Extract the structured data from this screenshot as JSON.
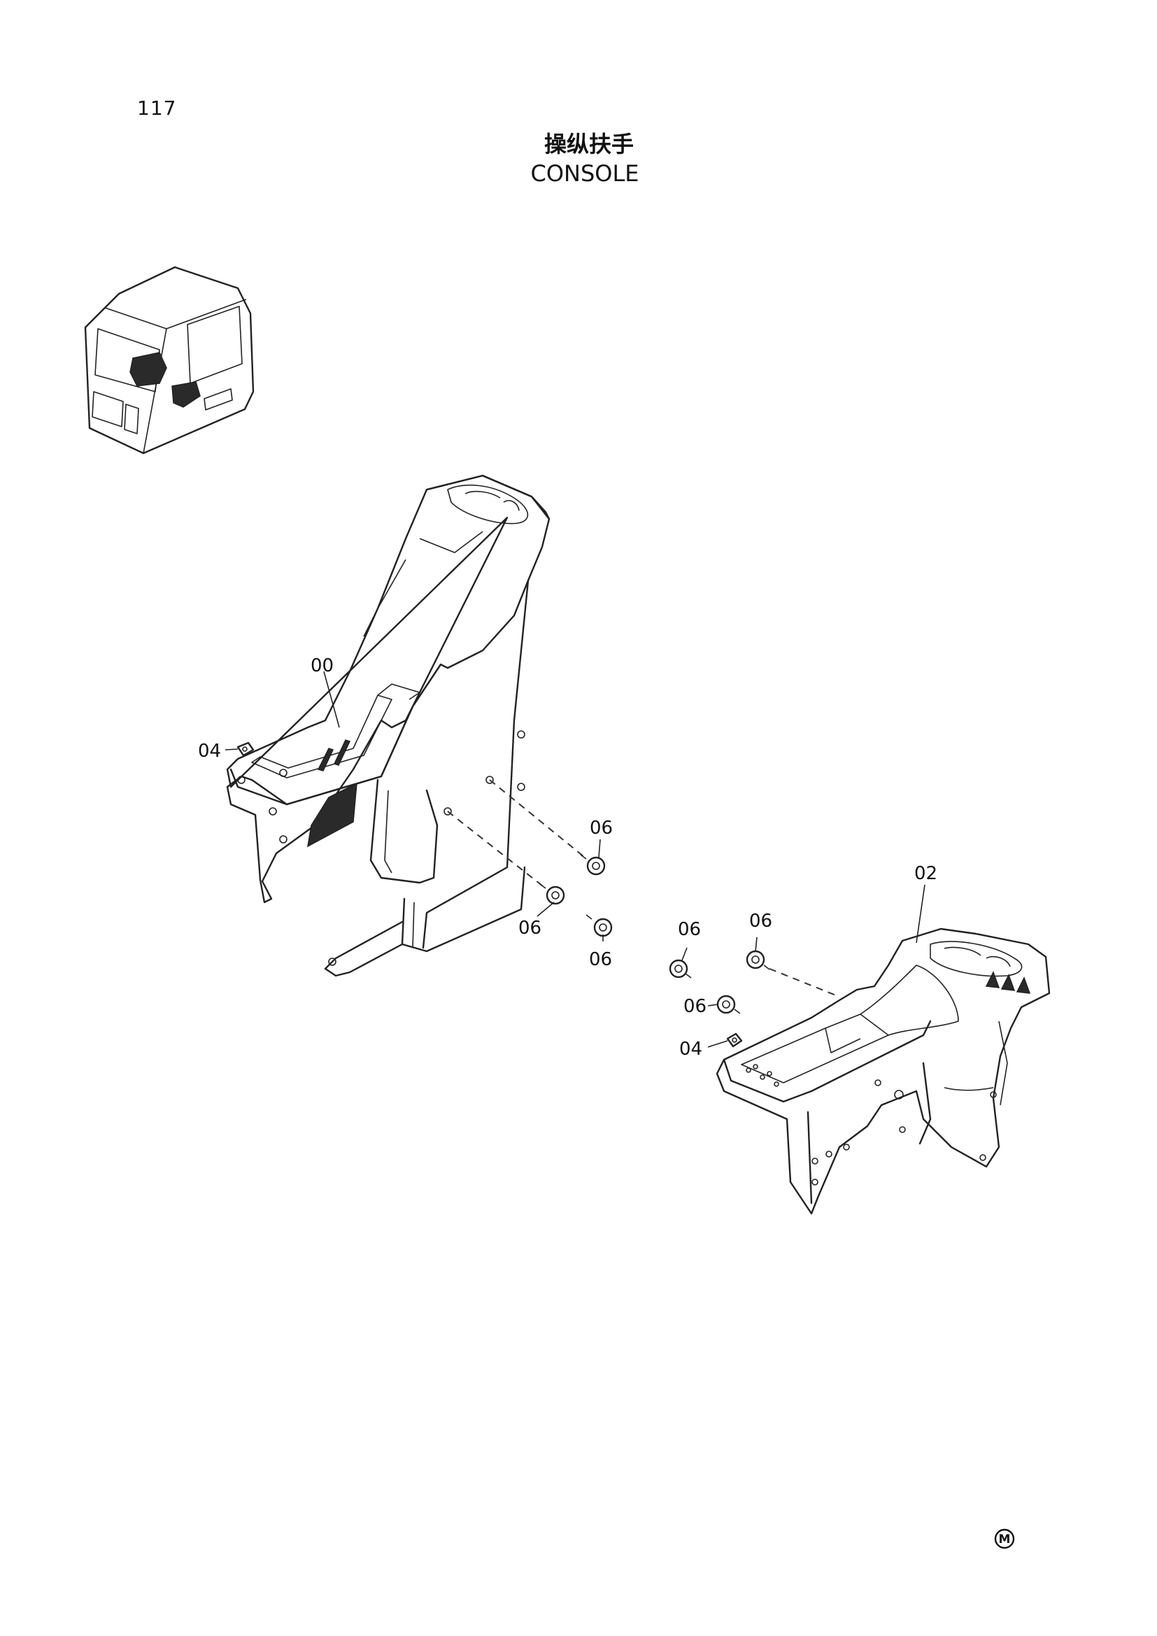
{
  "page": {
    "number": "117"
  },
  "title": {
    "chinese": "操纵扶手",
    "english": "CONSOLE"
  },
  "callouts": {
    "left_console": "00",
    "right_console": "02",
    "bracket_left": "04",
    "bracket_right": "04",
    "bolt_1": "06",
    "bolt_2": "06",
    "bolt_3": "06",
    "bolt_4": "06",
    "bolt_5": "06",
    "bolt_6": "06"
  },
  "corner_mark": "M",
  "icons": {
    "locator": "cab-locator-icon",
    "corner": "circled-m-icon"
  }
}
